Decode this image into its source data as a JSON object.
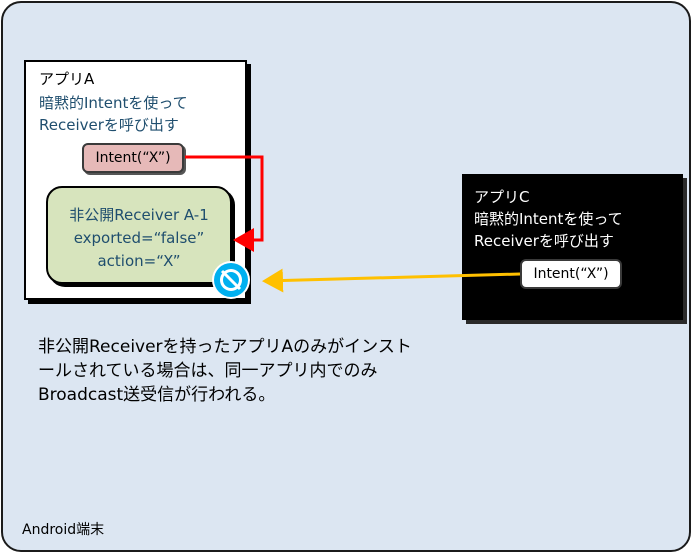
{
  "device": {
    "label": "Android端末"
  },
  "app_a": {
    "title": "アプリA",
    "description_line1": "暗黙的Intentを使って",
    "description_line2": "Receiverを呼び出す",
    "intent_label": "Intent(“X”)",
    "receiver": {
      "name": "非公開Receiver A-1",
      "exported": "exported=“false”",
      "action": "action=“X”"
    }
  },
  "app_c": {
    "title": "アプリC",
    "description_line1": "暗黙的Intentを使って",
    "description_line2": "Receiverを呼び出す",
    "intent_label": "Intent(“X”)"
  },
  "note": "非公開Receiverを持ったアプリAのみがインストールされている場合は、同一アプリ内でのみBroadcast送受信が行われる。",
  "colors": {
    "device_bg": "#dce6f2",
    "receiver_bg": "#d7e4bd",
    "intent_a_bg": "#e6b9b8",
    "arrow_internal": "#ff0000",
    "arrow_external": "#ffc000",
    "blocked_icon": "#00b0f0"
  },
  "icons": {
    "blocked": "no-entry-icon"
  }
}
